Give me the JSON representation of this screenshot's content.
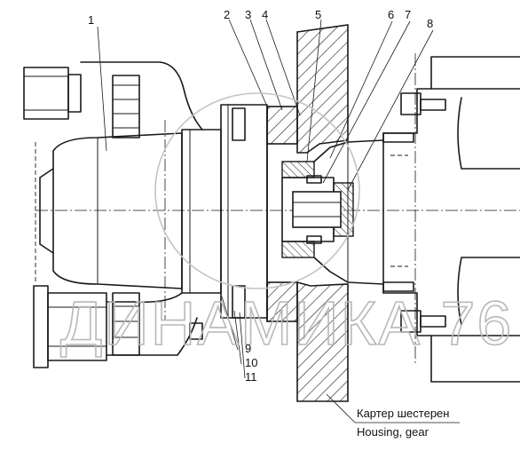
{
  "callouts": [
    "1",
    "2",
    "3",
    "4",
    "5",
    "6",
    "7",
    "8",
    "9",
    "10",
    "11"
  ],
  "caption": {
    "ru": "Картер шестерен",
    "en": "Housing, gear"
  },
  "watermark": "ДИНАМИКА 76"
}
